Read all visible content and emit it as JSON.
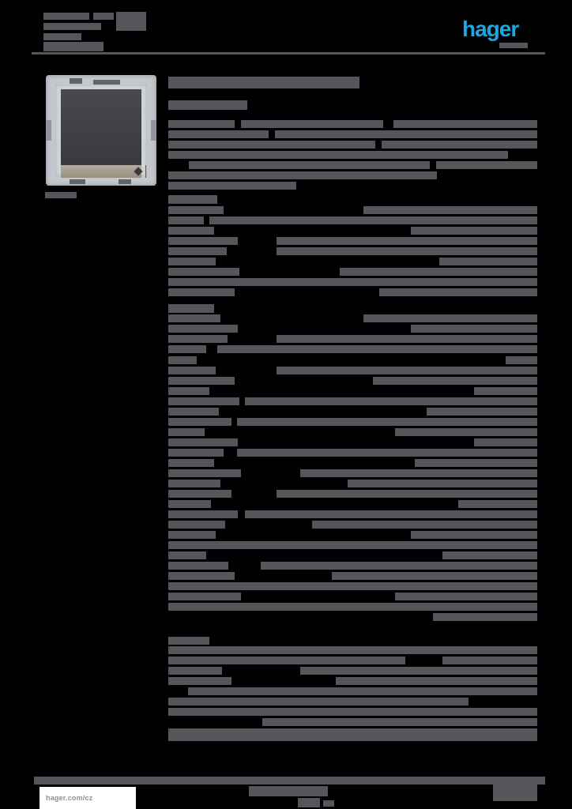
{
  "meta": {
    "document_kind": "product-datasheet-page",
    "note": "All body text is anonymized into gray redaction bars; only logo and footer URL are legible."
  },
  "colors": {
    "page_background": "#000000",
    "redaction_bar": "#55565B",
    "logo_accent": "#1BA7E0",
    "footer_box_background": "#FFFFFF",
    "footer_url_text": "#8C9095",
    "switch_frame": "#C4C8CD",
    "switch_rocker": "#3A393D",
    "switch_strip_metallic": "#A89E90"
  },
  "header": {
    "logo_text": "hager"
  },
  "footer": {
    "url_text": "hager.com/cz"
  },
  "redactions": {
    "header-left-text": [
      [
        55,
        16,
        58,
        9
      ],
      [
        118,
        16,
        26,
        9
      ],
      [
        147,
        15,
        38,
        24
      ],
      [
        55,
        29,
        73,
        9
      ],
      [
        55,
        42,
        48,
        9
      ],
      [
        55,
        53,
        76,
        12
      ]
    ],
    "logo-subtext": [
      [
        632,
        54,
        36,
        7
      ]
    ],
    "product-image-caption": [
      [
        57,
        243,
        40,
        8
      ]
    ],
    "product-title": [
      [
        213,
        97,
        242,
        15
      ]
    ],
    "product-subtitle": [
      [
        213,
        127,
        100,
        12
      ]
    ],
    "description-paragraph": [
      [
        213,
        152,
        84,
        10
      ],
      [
        305,
        152,
        180,
        10
      ],
      [
        498,
        152,
        182,
        10
      ],
      [
        213,
        165,
        127,
        10
      ],
      [
        348,
        165,
        332,
        10
      ],
      [
        213,
        178,
        262,
        10
      ],
      [
        483,
        178,
        197,
        10
      ],
      [
        213,
        191,
        430,
        10
      ],
      [
        239,
        204,
        305,
        10
      ],
      [
        552,
        204,
        128,
        10
      ],
      [
        213,
        217,
        340,
        10
      ],
      [
        213,
        230,
        162,
        10
      ]
    ],
    "section-headings": [
      [
        213,
        247,
        62,
        11
      ],
      [
        213,
        385,
        58,
        11
      ],
      [
        213,
        806,
        52,
        10
      ]
    ],
    "spec-table-rows": [
      [
        213,
        261,
        70,
        10
      ],
      [
        460,
        261,
        220,
        10
      ],
      [
        213,
        274,
        45,
        10
      ],
      [
        265,
        274,
        415,
        10
      ],
      [
        213,
        287,
        58,
        10
      ],
      [
        520,
        287,
        160,
        10
      ],
      [
        213,
        300,
        88,
        10
      ],
      [
        350,
        300,
        330,
        10
      ],
      [
        213,
        313,
        74,
        10
      ],
      [
        350,
        313,
        330,
        10
      ],
      [
        213,
        326,
        60,
        10
      ],
      [
        556,
        326,
        124,
        10
      ],
      [
        213,
        339,
        90,
        10
      ],
      [
        430,
        339,
        250,
        10
      ],
      [
        213,
        352,
        70,
        10
      ],
      [
        268,
        352,
        412,
        10
      ],
      [
        213,
        365,
        84,
        10
      ],
      [
        480,
        365,
        200,
        10
      ],
      [
        213,
        398,
        66,
        10
      ],
      [
        460,
        398,
        220,
        10
      ],
      [
        213,
        411,
        88,
        10
      ],
      [
        520,
        411,
        160,
        10
      ],
      [
        213,
        424,
        75,
        10
      ],
      [
        350,
        424,
        330,
        10
      ],
      [
        213,
        437,
        48,
        10
      ],
      [
        275,
        437,
        405,
        10
      ],
      [
        213,
        451,
        36,
        10
      ],
      [
        640,
        451,
        40,
        10
      ],
      [
        213,
        464,
        60,
        10
      ],
      [
        350,
        464,
        330,
        10
      ],
      [
        213,
        477,
        84,
        10
      ],
      [
        472,
        477,
        208,
        10
      ],
      [
        213,
        490,
        52,
        10
      ],
      [
        600,
        490,
        80,
        10
      ],
      [
        213,
        503,
        90,
        10
      ],
      [
        310,
        503,
        370,
        10
      ],
      [
        213,
        516,
        64,
        10
      ],
      [
        540,
        516,
        140,
        10
      ],
      [
        213,
        529,
        80,
        10
      ],
      [
        300,
        529,
        380,
        10
      ],
      [
        213,
        542,
        46,
        10
      ],
      [
        500,
        542,
        180,
        10
      ],
      [
        213,
        555,
        88,
        10
      ],
      [
        600,
        555,
        80,
        10
      ],
      [
        213,
        568,
        70,
        10
      ],
      [
        300,
        568,
        380,
        10
      ],
      [
        213,
        581,
        58,
        10
      ],
      [
        525,
        581,
        155,
        10
      ],
      [
        213,
        594,
        92,
        10
      ],
      [
        380,
        594,
        300,
        10
      ],
      [
        213,
        607,
        66,
        10
      ],
      [
        440,
        607,
        240,
        10
      ],
      [
        213,
        620,
        80,
        10
      ],
      [
        350,
        620,
        330,
        10
      ],
      [
        213,
        633,
        54,
        10
      ],
      [
        580,
        633,
        100,
        10
      ],
      [
        213,
        646,
        88,
        10
      ],
      [
        310,
        646,
        370,
        10
      ],
      [
        213,
        659,
        72,
        10
      ],
      [
        395,
        659,
        285,
        10
      ],
      [
        213,
        672,
        60,
        10
      ],
      [
        520,
        672,
        160,
        10
      ],
      [
        213,
        685,
        90,
        10
      ],
      [
        295,
        685,
        385,
        10
      ],
      [
        213,
        698,
        48,
        10
      ],
      [
        560,
        698,
        120,
        10
      ],
      [
        213,
        711,
        76,
        10
      ],
      [
        330,
        711,
        350,
        10
      ],
      [
        213,
        724,
        84,
        10
      ],
      [
        420,
        724,
        260,
        10
      ],
      [
        213,
        737,
        62,
        10
      ],
      [
        270,
        737,
        410,
        10
      ],
      [
        213,
        750,
        92,
        10
      ],
      [
        500,
        750,
        180,
        10
      ],
      [
        213,
        763,
        70,
        10
      ],
      [
        272,
        763,
        408,
        10
      ],
      [
        548,
        776,
        132,
        10
      ]
    ],
    "lower-section-rows": [
      [
        213,
        818,
        467,
        10
      ],
      [
        213,
        831,
        300,
        10
      ],
      [
        560,
        831,
        120,
        10
      ],
      [
        213,
        844,
        68,
        10
      ],
      [
        380,
        844,
        300,
        10
      ],
      [
        213,
        857,
        80,
        10
      ],
      [
        425,
        857,
        255,
        10
      ],
      [
        238,
        870,
        442,
        10
      ],
      [
        213,
        883,
        380,
        10
      ],
      [
        213,
        896,
        467,
        10
      ],
      [
        332,
        909,
        348,
        10
      ],
      [
        213,
        922,
        467,
        16
      ]
    ],
    "footer-fineprint": [
      [
        43,
        983,
        647,
        10
      ],
      [
        315,
        995,
        100,
        13
      ],
      [
        377,
        1010,
        28,
        12
      ],
      [
        409,
        1013,
        14,
        8
      ],
      [
        624,
        990,
        56,
        24
      ]
    ]
  }
}
